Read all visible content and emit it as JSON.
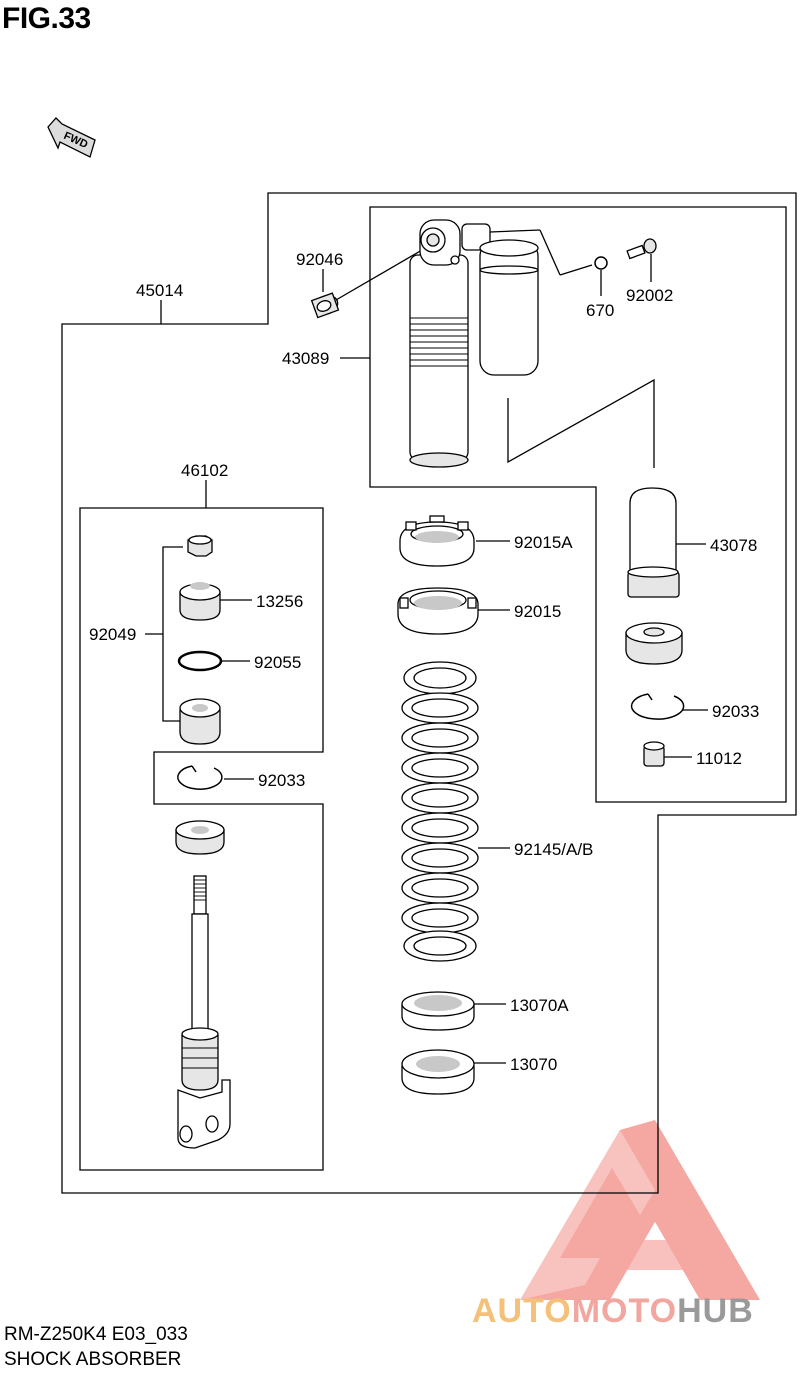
{
  "figure": {
    "title": "FIG.33"
  },
  "fwd_arrow": {
    "text": "FWD"
  },
  "parts": {
    "p45014": "45014",
    "p92046": "92046",
    "p670": "670",
    "p92002": "92002",
    "p43089": "43089",
    "p46102": "46102",
    "p92015A": "92015A",
    "p43078": "43078",
    "p13256": "13256",
    "p92049": "92049",
    "p92015": "92015",
    "p92055": "92055",
    "p92033_right": "92033",
    "p11012": "11012",
    "p92033_left": "92033",
    "p92145": "92145/A/B",
    "p13070A": "13070A",
    "p13070": "13070"
  },
  "footer": {
    "model": "RM-Z250K4 E03_033",
    "name": "SHOCK ABSORBER"
  },
  "watermark": {
    "part1": "AUTO",
    "part2": "MOTO",
    "part3": "HUB",
    "triangle_color": "#f28a84"
  },
  "colors": {
    "line": "#000000",
    "background": "#ffffff"
  }
}
